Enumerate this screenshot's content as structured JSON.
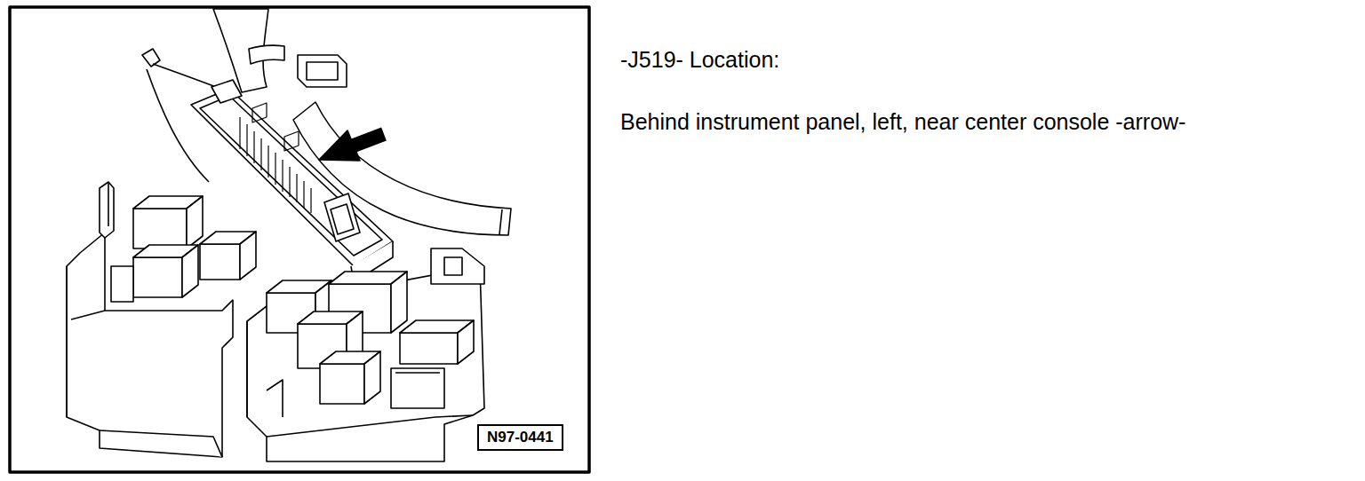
{
  "diagram": {
    "nodes": [
      {
        "text": [
          "N97-0441"
        ]
      }
    ],
    "labels": [
      "-J519- Location:",
      "Behind instrument panel, left, near center console -arrow-"
    ]
  }
}
